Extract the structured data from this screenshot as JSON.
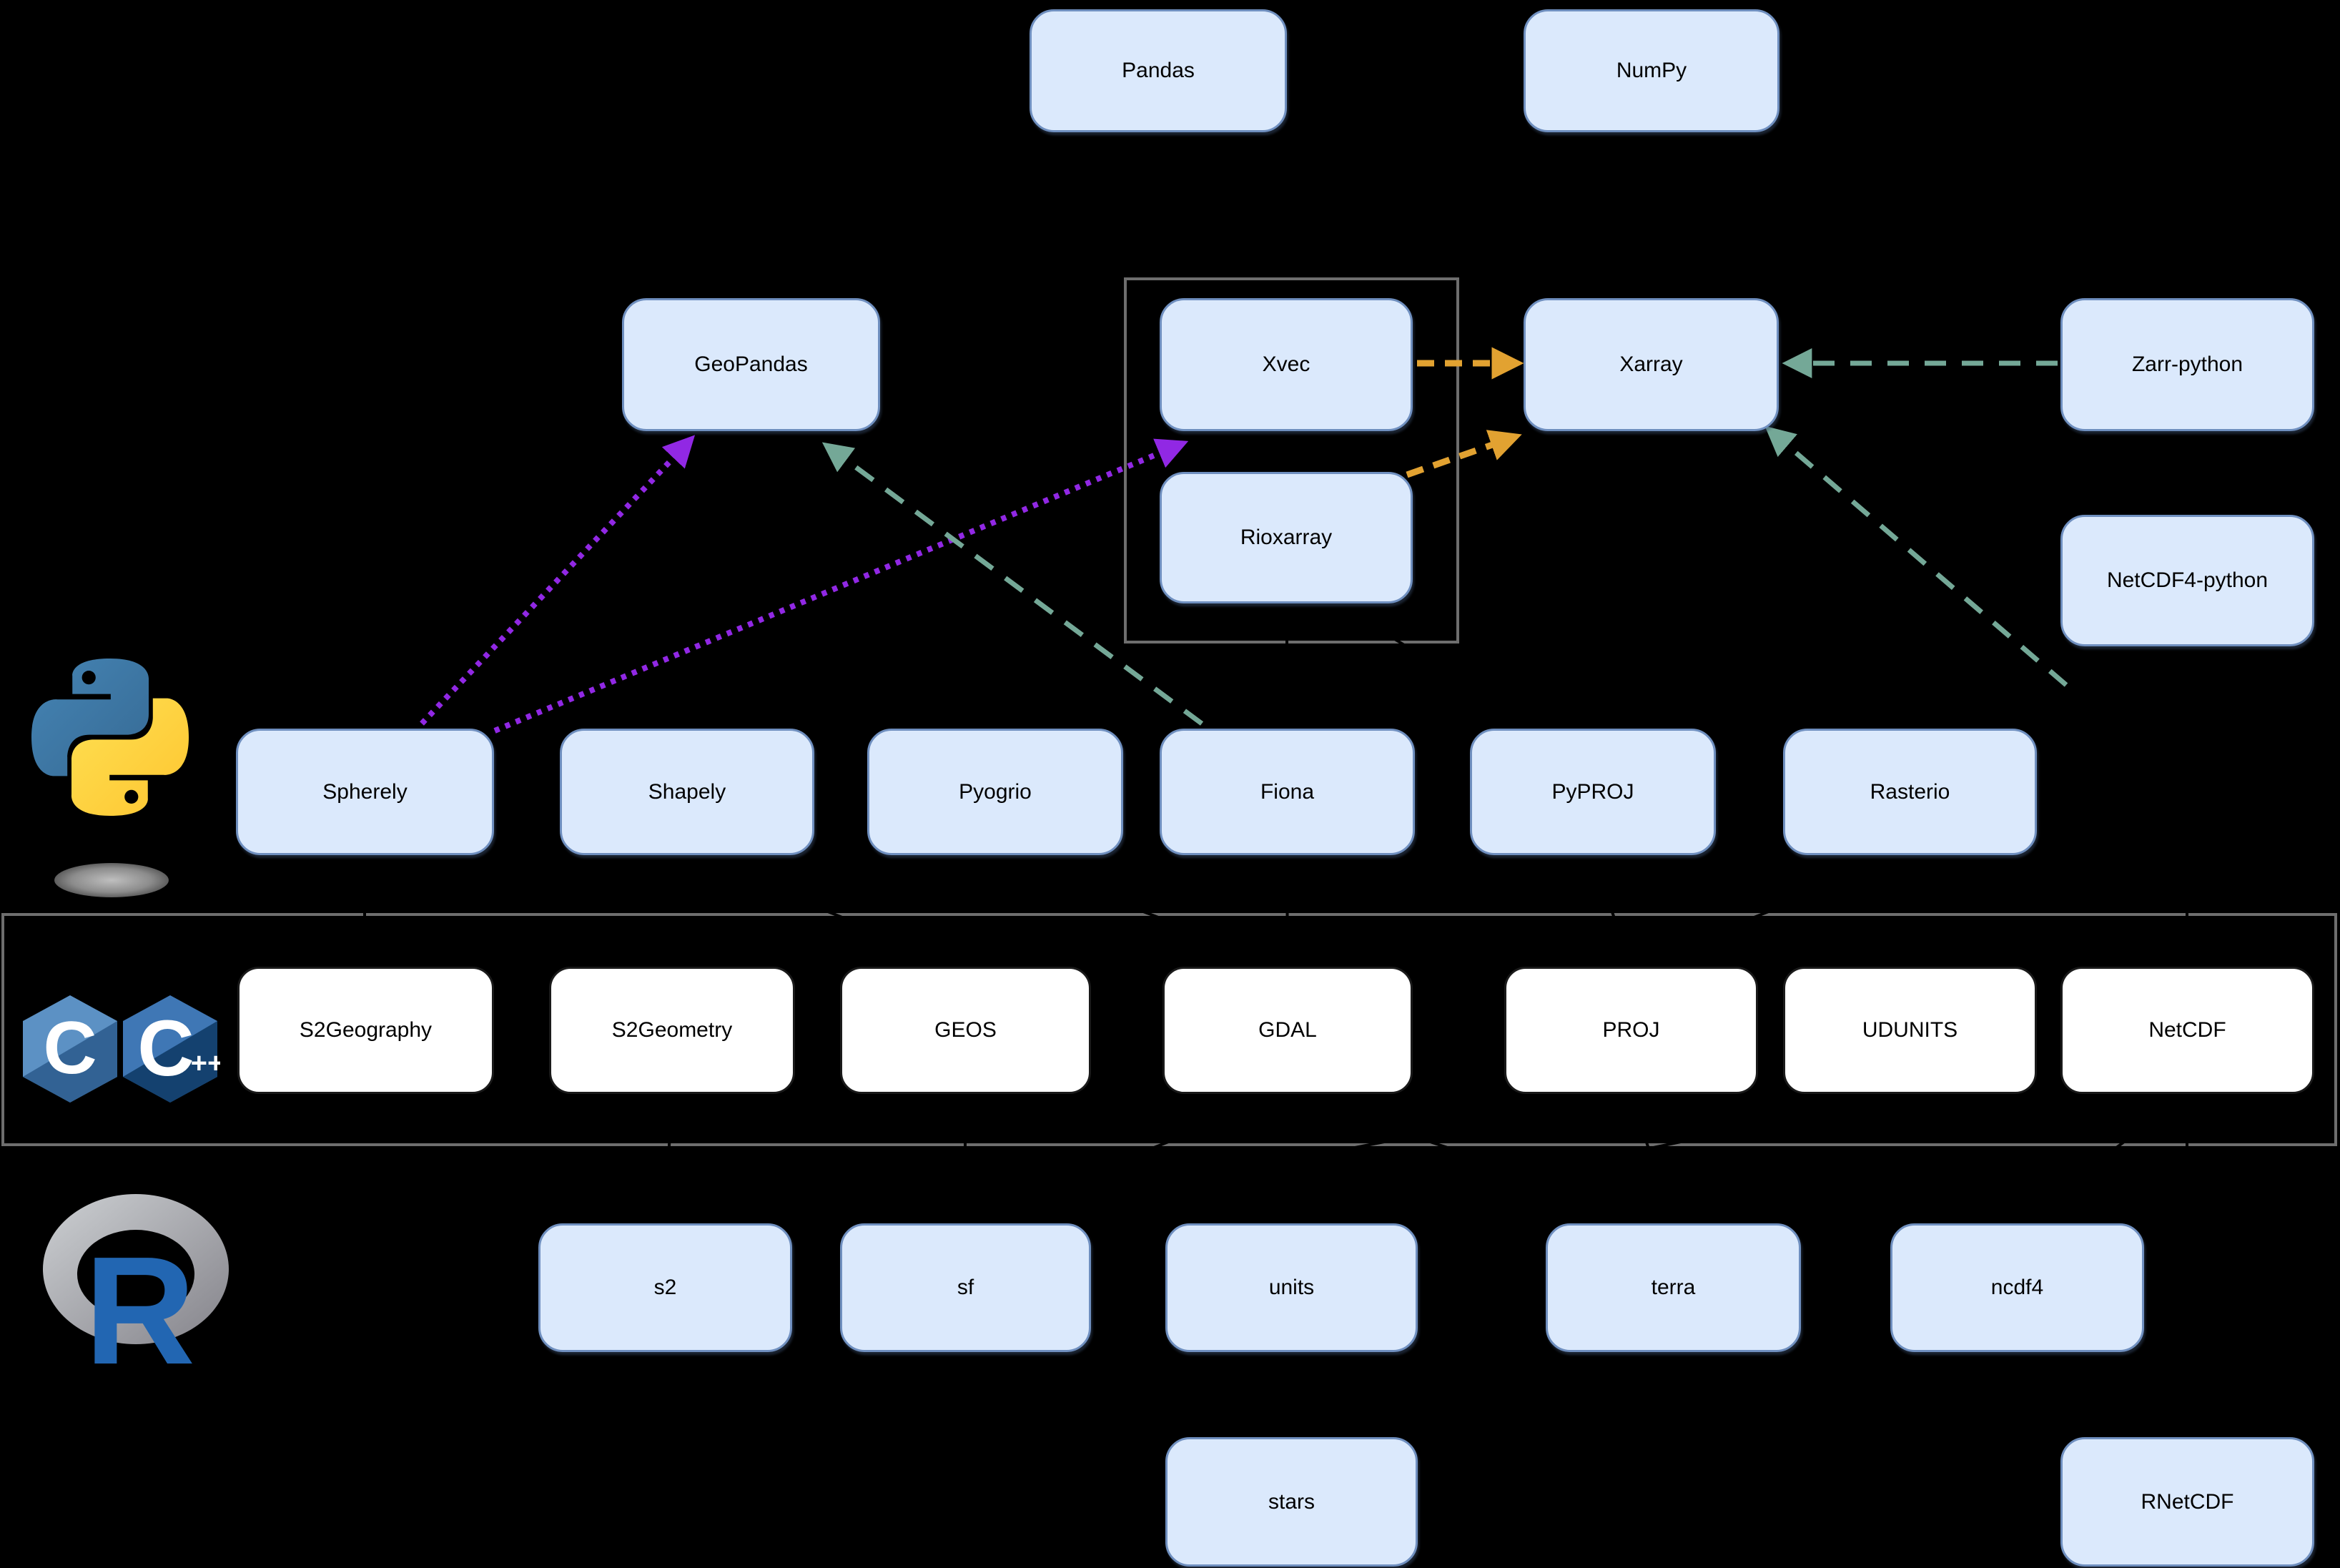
{
  "colors": {
    "background": "#000000",
    "purple_arrow": "#9128e4",
    "teal_arrow": "#74a897",
    "orange_arrow": "#e2a231",
    "blue_node_fill": "#dbe9fc",
    "blue_node_stroke": "#6f8fbf",
    "white_node_fill": "#ffffff",
    "container_stroke": "#6e6e6e",
    "hidden_edge": "#000000",
    "node_text": "#000000"
  },
  "nodes": {
    "pandas": {
      "label": "Pandas"
    },
    "numpy": {
      "label": "NumPy"
    },
    "geopandas": {
      "label": "GeoPandas"
    },
    "xvec": {
      "label": "Xvec"
    },
    "rioxarray": {
      "label": "Rioxarray"
    },
    "xarray": {
      "label": "Xarray"
    },
    "zarr_python": {
      "label": "Zarr-python"
    },
    "netcdf4_python": {
      "label": "NetCDF4-python"
    },
    "spherely": {
      "label": "Spherely"
    },
    "shapely": {
      "label": "Shapely"
    },
    "pyogrio": {
      "label": "Pyogrio"
    },
    "fiona": {
      "label": "Fiona"
    },
    "pyproj": {
      "label": "PyPROJ"
    },
    "rasterio": {
      "label": "Rasterio"
    },
    "s2geography": {
      "label": "S2Geography"
    },
    "s2geometry": {
      "label": "S2Geometry"
    },
    "geos": {
      "label": "GEOS"
    },
    "gdal": {
      "label": "GDAL"
    },
    "proj": {
      "label": "PROJ"
    },
    "udunits": {
      "label": "UDUNITS"
    },
    "netcdf": {
      "label": "NetCDF"
    },
    "s2": {
      "label": "s2"
    },
    "sf": {
      "label": "sf"
    },
    "units": {
      "label": "units"
    },
    "terra": {
      "label": "terra"
    },
    "ncdf4": {
      "label": "ncdf4"
    },
    "stars": {
      "label": "stars"
    },
    "rnetcdf": {
      "label": "RNetCDF"
    }
  },
  "icons": {
    "python": "python-logo",
    "c": "c-logo",
    "cpp": "cpp-logo",
    "r": "r-logo",
    "cpp_plus_text": "++"
  }
}
